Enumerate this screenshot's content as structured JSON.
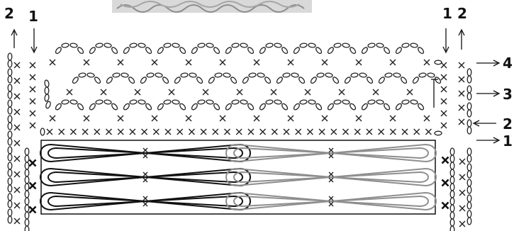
{
  "diagram": {
    "left_labels": [
      "2",
      "1"
    ],
    "right_top_labels": [
      "1",
      "2"
    ],
    "row_labels": [
      "4",
      "3",
      "2",
      "1"
    ],
    "stitch_mark_dark": "#111111",
    "stitch_mark_gray": "#8e8e8e"
  }
}
